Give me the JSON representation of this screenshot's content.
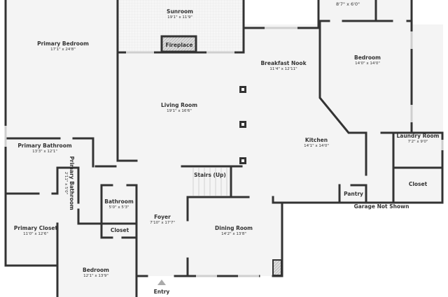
{
  "rooms": {
    "top_room": {
      "dims": "8'7\" x 6'0\""
    },
    "sunroom": {
      "name": "Sunroom",
      "dims": "19'1\" x 11'9\""
    },
    "fireplace": {
      "name": "Fireplace"
    },
    "primary_bedroom": {
      "name": "Primary Bedroom",
      "dims": "17'1\" x 24'8\""
    },
    "breakfast_nook": {
      "name": "Breakfast Nook",
      "dims": "11'4\" x 12'11\""
    },
    "bedroom_east": {
      "name": "Bedroom",
      "dims": "14'0\" x 14'0\""
    },
    "living_room": {
      "name": "Living Room",
      "dims": "19'1\" x 16'6\""
    },
    "primary_bathroom": {
      "name": "Primary Bathroom",
      "dims": "13'3\" x 12'1\""
    },
    "kitchen": {
      "name": "Kitchen",
      "dims": "14'1\" x 14'0\""
    },
    "laundry_room": {
      "name": "Laundry Room",
      "dims": "7'2\" x 9'0\""
    },
    "primary_bathroom_small": {
      "name": "Primary Bathroom",
      "dims": "2'11\" x 5'0\""
    },
    "stairs": {
      "name": "Stairs (Up)"
    },
    "closet_east": {
      "name": "Closet"
    },
    "pantry": {
      "name": "Pantry"
    },
    "bathroom": {
      "name": "Bathroom",
      "dims": "5'0\" x 5'3\""
    },
    "foyer": {
      "name": "Foyer",
      "dims": "7'10\" x 17'7\""
    },
    "primary_closet": {
      "name": "Primary Closet",
      "dims": "11'0\" x 12'6\""
    },
    "closet_west": {
      "name": "Closet"
    },
    "dining_room": {
      "name": "Dining Room",
      "dims": "14'2\" x 13'8\""
    },
    "bedroom_south": {
      "name": "Bedroom",
      "dims": "12'1\" x 13'9\""
    }
  },
  "notes": {
    "garage": "Garage Not Shown",
    "entry": "Entry"
  },
  "colors": {
    "wall": "#333333",
    "floor": "#f4f4f4",
    "window": "#cfcfcf",
    "entry_arrow": "#aaaaaa"
  }
}
